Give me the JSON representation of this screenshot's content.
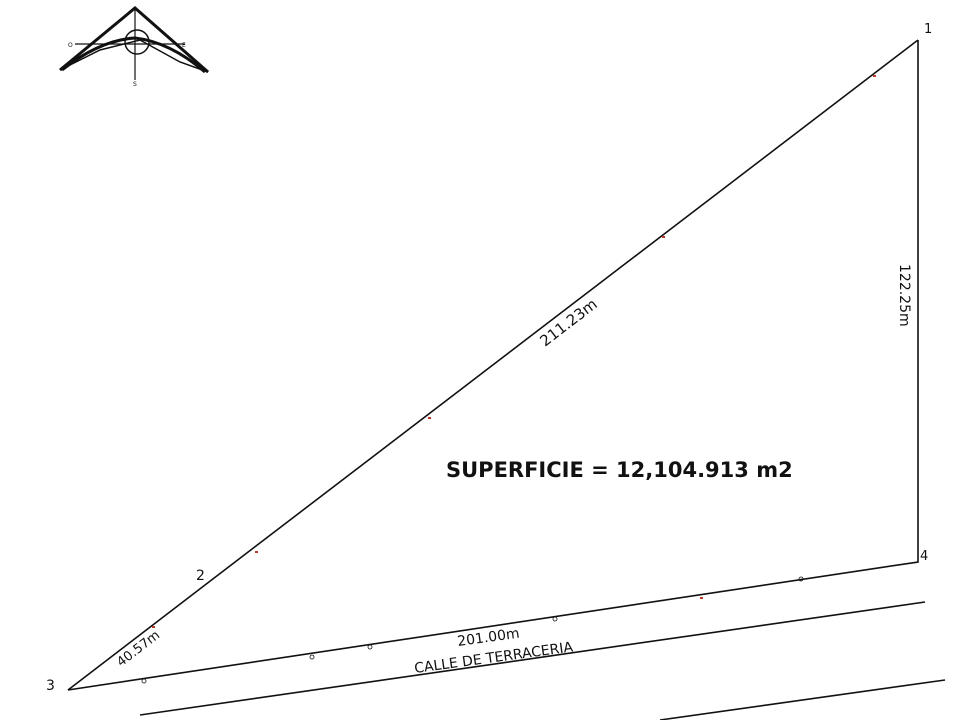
{
  "compass": {
    "west": "O",
    "east": "E",
    "south": "S"
  },
  "vertices": {
    "v1": "1",
    "v2": "2",
    "v3": "3",
    "v4": "4"
  },
  "dimensions": {
    "side_1_2": "211.23m",
    "side_1_4": "122.25m",
    "side_2_3": "40.57m",
    "side_3_4": "201.00m"
  },
  "street_label": "CALLE DE TERRACERIA",
  "area_label": "SUPERFICIE = 12,104.913 m2",
  "colors": {
    "line": "#111111",
    "marker": "#c0392b"
  }
}
